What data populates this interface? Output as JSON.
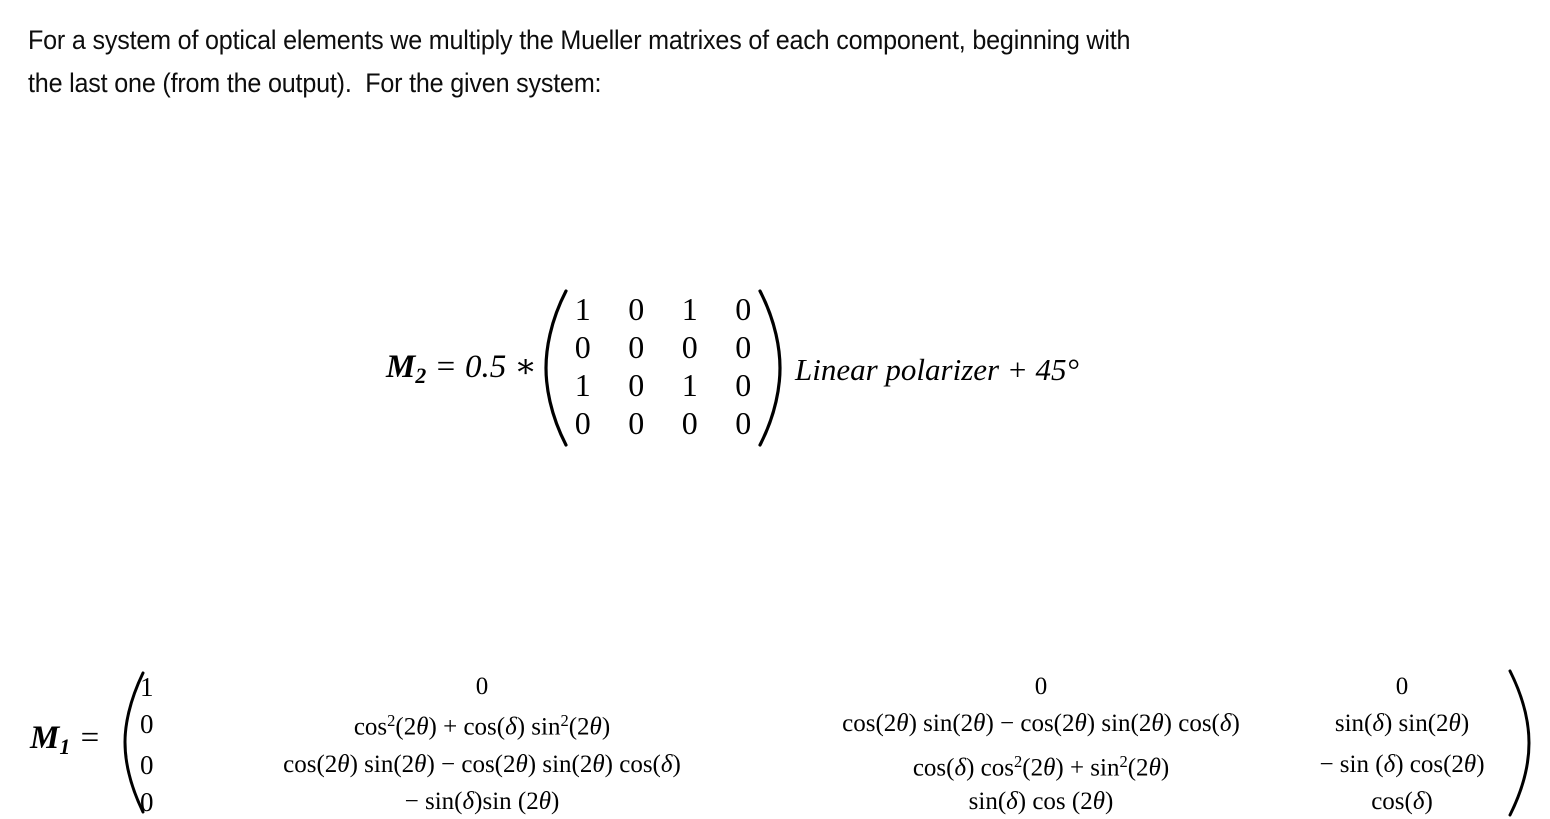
{
  "document": {
    "intro_line1": "For a system of optical elements we multiply the Mueller matrixes of each component, beginning with",
    "intro_line2": "the last one (from the output).  For the given system:"
  },
  "m2": {
    "label_name": "M",
    "label_sub": "2",
    "label_rest": " = 0.5 ∗",
    "caption": "Linear polarizer + 45°",
    "rows": [
      [
        "1",
        "0",
        "1",
        "0"
      ],
      [
        "0",
        "0",
        "0",
        "0"
      ],
      [
        "1",
        "0",
        "1",
        "0"
      ],
      [
        "0",
        "0",
        "0",
        "0"
      ]
    ]
  },
  "m1": {
    "label_name": "M",
    "label_sub": "1",
    "label_rest": " =",
    "rows": [
      {
        "c1": "1",
        "c2": "0",
        "c3": "0",
        "c4": "0"
      },
      {
        "c1": "0",
        "c2": "cos²(2θ) + cos(δ) sin²(2θ)",
        "c3": "cos(2θ) sin(2θ) − cos(2θ) sin(2θ) cos(δ)",
        "c4": "sin(δ) sin(2θ)"
      },
      {
        "c1": "0",
        "c2": "cos(2θ) sin(2θ) − cos(2θ) sin(2θ) cos(δ)",
        "c3": "cos(δ) cos²(2θ) + sin²(2θ)",
        "c4": "− sin (δ) cos(2θ)"
      },
      {
        "c1": "0",
        "c2": "− sin(δ)sin (2θ)",
        "c3": "sin(δ) cos (2θ)",
        "c4": "cos(δ)"
      }
    ]
  },
  "colors": {
    "background": "#ffffff",
    "text": "#000000"
  }
}
